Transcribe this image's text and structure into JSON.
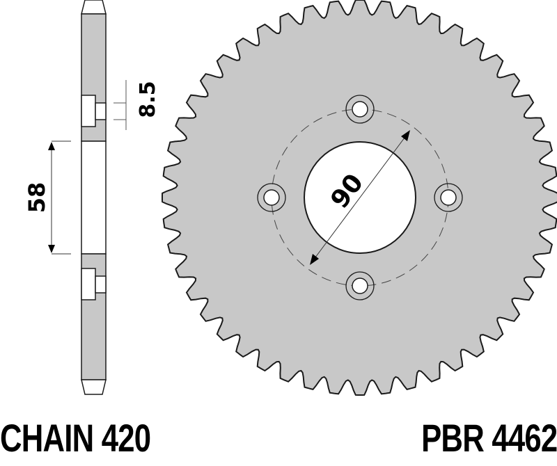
{
  "title": "Rear sprocket technical drawing",
  "labels": {
    "chain": "CHAIN 420",
    "part_number": "PBR 4462"
  },
  "dimensions": {
    "center_bore": "90",
    "bore_depth": "58",
    "thickness": "8.5"
  },
  "sprocket": {
    "mounting_holes": 4,
    "teeth_estimated": 48
  },
  "colors": {
    "fill": "#c8c8c8",
    "stroke": "#1a1a1a",
    "background": "#ffffff"
  }
}
